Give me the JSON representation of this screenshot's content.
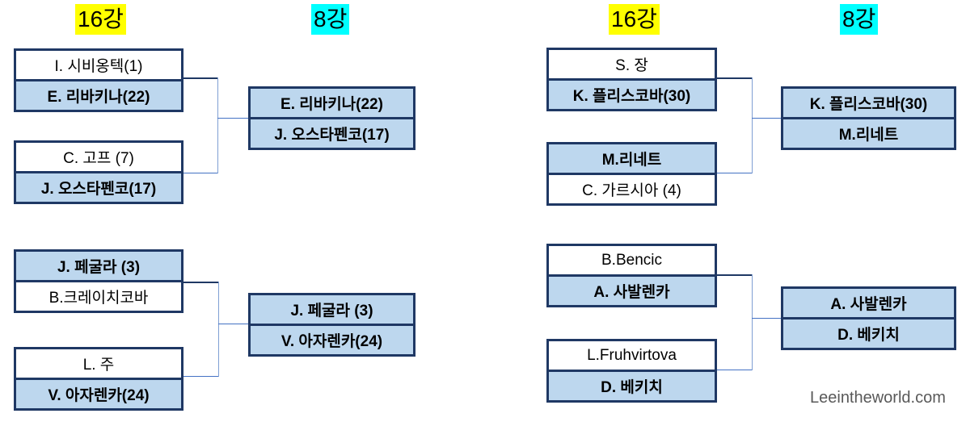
{
  "headers": {
    "left_r16": "16강",
    "left_qf": "8강",
    "right_r16": "16강",
    "right_qf": "8강"
  },
  "colors": {
    "box_border": "#1F3864",
    "winner_fill": "#BDD7EE",
    "loser_fill": "#FFFFFF",
    "r16_header_highlight": "#FFFF00",
    "qf_header_highlight": "#00FFFF",
    "connector_blue": "#4472C4",
    "connector_light": "#7F9FD4",
    "watermark_gray": "#595959",
    "text": "#000000"
  },
  "matches": {
    "r16": [
      {
        "top": "I. 시비옹텍(1)",
        "bottom": "E. 리바키나(22)",
        "winner": "bottom"
      },
      {
        "top": "C. 고프 (7)",
        "bottom": "J. 오스타펜코(17)",
        "winner": "bottom"
      },
      {
        "top": "J. 페굴라 (3)",
        "bottom": "B.크레이치코바",
        "winner": "top"
      },
      {
        "top": "L. 주",
        "bottom": "V. 아자렌카(24)",
        "winner": "bottom"
      },
      {
        "top": "S. 장",
        "bottom": "K. 플리스코바(30)",
        "winner": "bottom"
      },
      {
        "top": "M.리네트",
        "bottom": "C. 가르시아 (4)",
        "winner": "top"
      },
      {
        "top": "B.Bencic",
        "bottom": "A. 사발렌카",
        "winner": "bottom"
      },
      {
        "top": "L.Fruhvirtova",
        "bottom": "D. 베키치",
        "winner": "bottom"
      }
    ],
    "qf": [
      {
        "top": "E. 리바키나(22)",
        "bottom": "J. 오스타펜코(17)"
      },
      {
        "top": "J. 페굴라 (3)",
        "bottom": "V. 아자렌카(24)"
      },
      {
        "top": "K. 플리스코바(30)",
        "bottom": "M.리네트"
      },
      {
        "top": "A. 사발렌카",
        "bottom": "D. 베키치"
      }
    ]
  },
  "watermark": "Leeintheworld.com"
}
